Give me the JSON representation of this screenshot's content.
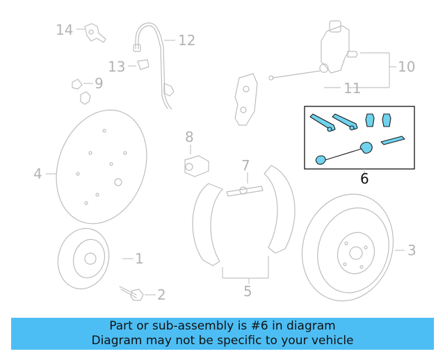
{
  "callouts": {
    "c1": "1",
    "c2": "2",
    "c3": "3",
    "c4": "4",
    "c5": "5",
    "c6": "6",
    "c7": "7",
    "c8": "8",
    "c9": "9",
    "c10": "10",
    "c11": "11",
    "c12": "12",
    "c13": "13",
    "c14": "14"
  },
  "highlight": {
    "part": "6",
    "color": "#6fd3ee"
  },
  "banner": {
    "line1": "Part or sub-assembly is #6 in diagram",
    "line2": "Diagram may not be specific to your vehicle",
    "color": "#4dbef4"
  }
}
